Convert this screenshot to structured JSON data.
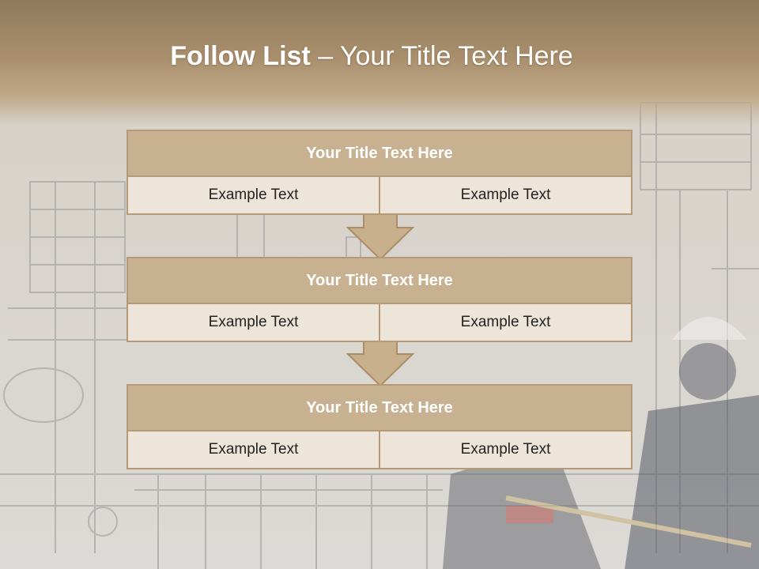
{
  "slide": {
    "title_bold": "Follow List",
    "title_rest": " – Your Title Text Here"
  },
  "steps": [
    {
      "title": "Your Title Text Here",
      "left": "Example Text",
      "right": "Example Text"
    },
    {
      "title": "Your Title Text Here",
      "left": "Example Text",
      "right": "Example Text"
    },
    {
      "title": "Your Title Text Here",
      "left": "Example Text",
      "right": "Example Text"
    }
  ],
  "colors": {
    "header": "#a88e6c",
    "box_head": "#c8b190",
    "box_cell": "#ede4da",
    "arrow": "#c9b08d",
    "border": "#b49a77"
  }
}
